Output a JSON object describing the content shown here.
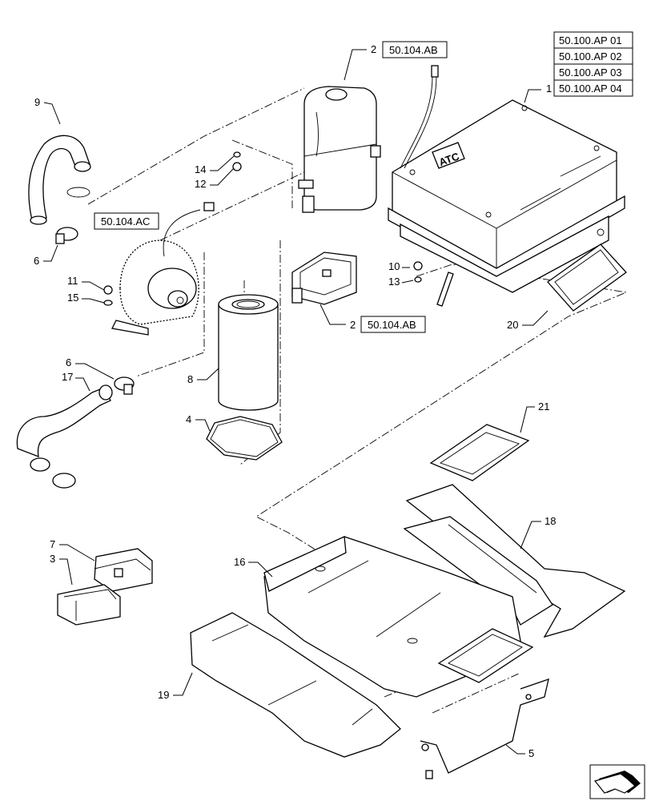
{
  "ref_table": [
    "50.100.AP 01",
    "50.100.AP 02",
    "50.100.AP 03",
    "50.100.AP 04"
  ],
  "callouts": {
    "c1": "1",
    "c2a": "2",
    "c2b": "2",
    "c3": "3",
    "c4": "4",
    "c5": "5",
    "c6a": "6",
    "c6b": "6",
    "c7": "7",
    "c8": "8",
    "c9": "9",
    "c10": "10",
    "c11": "11",
    "c12": "12",
    "c13": "13",
    "c14": "14",
    "c15": "15",
    "c16": "16",
    "c17": "17",
    "c18": "18",
    "c19": "19",
    "c20": "20",
    "c21": "21"
  },
  "refs": {
    "r2a": "50.104.AB",
    "r2b": "50.104.AB",
    "rac": "50.104.AC"
  },
  "atc_label": "ATC",
  "nav_icon": "next-page-arrow-icon"
}
